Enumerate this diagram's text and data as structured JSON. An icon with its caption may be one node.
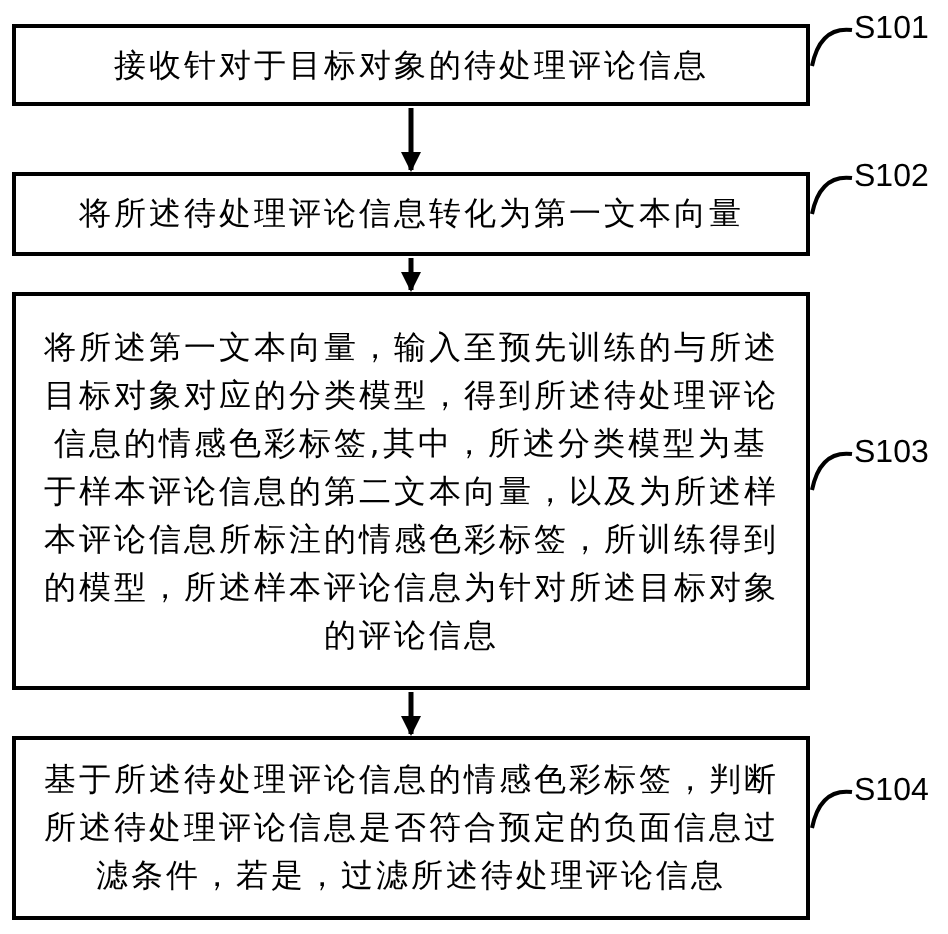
{
  "diagram": {
    "nodes": [
      {
        "text": [
          "接收针对于目标对象的待处理评论信息"
        ]
      },
      {
        "text": [
          "将所述待处理评论信息转化为第一文本向量"
        ]
      },
      {
        "text": [
          "将所述第一文本向量，输入至预先训练的与所述目标对象对应的分类模型，得到所述待处理评论信息的情感色彩标签,其中，所述分类模型为基于样本评论信息的第二文本向量，以及为所述样本评论信息所标注的情感色彩标签，所训练得到的模型，所述样本评论信息为针对所述目标对象的评论信息"
        ]
      },
      {
        "text": [
          "基于所述待处理评论信息的情感色彩标签，判断所述待处理评论信息是否符合预定的负面信息过滤条件，若是，过滤所述待处理评论信息"
        ]
      },
      {
        "text": [
          "S101"
        ]
      },
      {
        "text": [
          "S102"
        ]
      },
      {
        "text": [
          "S103"
        ]
      },
      {
        "text": [
          "S104"
        ]
      }
    ],
    "edges": [
      {
        "from": 0,
        "to": 1,
        "arrow": "to"
      },
      {
        "from": 1,
        "to": 2,
        "arrow": "to"
      },
      {
        "from": 2,
        "to": 3,
        "arrow": "to"
      },
      {
        "from": 4,
        "to": 0,
        "arrow": "none"
      },
      {
        "from": 5,
        "to": 1,
        "arrow": "none"
      },
      {
        "from": 6,
        "to": 2,
        "arrow": "none"
      },
      {
        "from": 7,
        "to": 3,
        "arrow": "none"
      }
    ]
  }
}
